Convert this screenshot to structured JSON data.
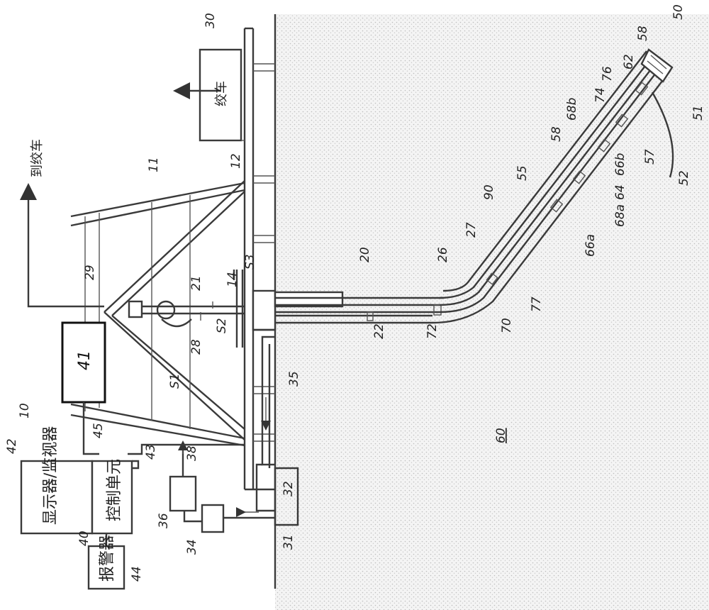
{
  "labels": {
    "winch_box": "绞车",
    "to_winch": "到绞车",
    "display": "显示器/监视器",
    "control_unit": "控制单元",
    "alarm": "报警器"
  },
  "refs": {
    "r10": "10",
    "r11": "11",
    "r12": "12",
    "r14": "14",
    "r20": "20",
    "r21": "21",
    "r22": "22",
    "r26": "26",
    "r27": "27",
    "r28": "28",
    "r29": "29",
    "r30": "30",
    "r31": "31",
    "r32": "32",
    "r34": "34",
    "r35": "35",
    "r36": "36",
    "r38": "38",
    "r40": "40",
    "r41": "41",
    "r42": "42",
    "r43": "43",
    "r44": "44",
    "r45": "45",
    "r50": "50",
    "r51": "51",
    "r52": "52",
    "r55": "55",
    "r57": "57",
    "r58a": "58",
    "r58b": "58",
    "r60": "60",
    "r62": "62",
    "r64": "64",
    "r66a": "66a",
    "r66b": "66b",
    "r68a": "68a",
    "r68b": "68b",
    "r70": "70",
    "r72": "72",
    "r74": "74",
    "r76": "76",
    "r77": "77",
    "r90": "90",
    "S1": "S1",
    "S2": "S2",
    "S3": "S3"
  }
}
